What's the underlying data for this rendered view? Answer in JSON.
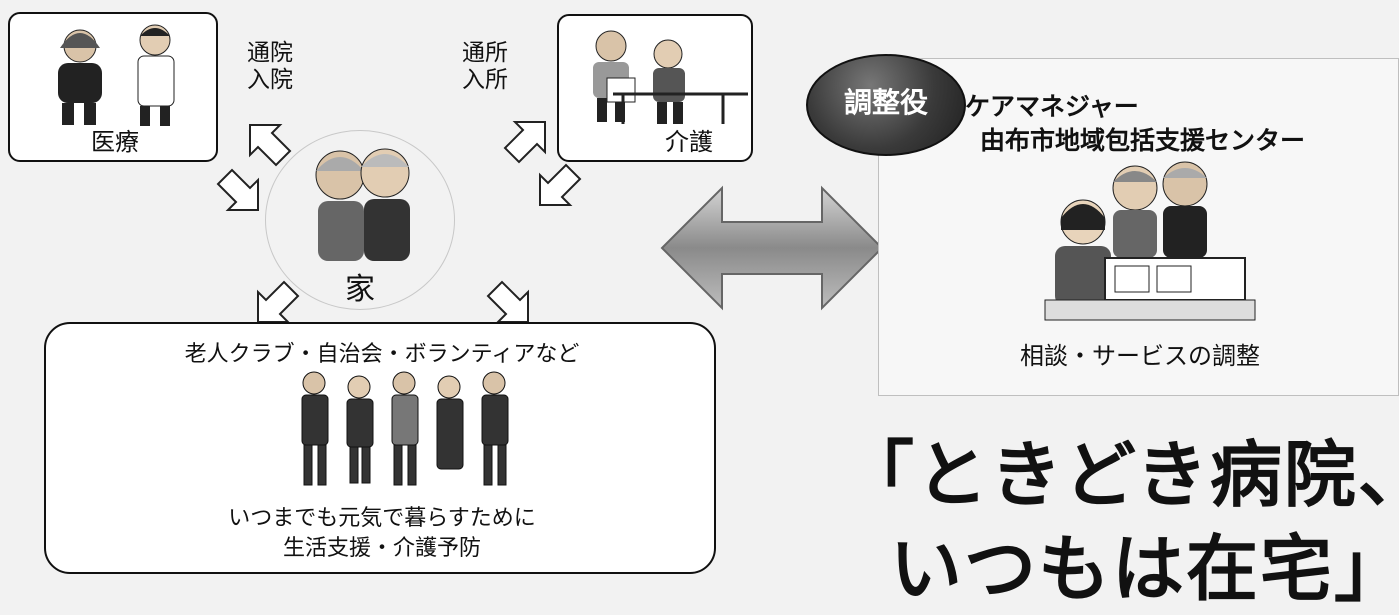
{
  "medical": {
    "label": "医療",
    "path_label": "通院\n入院"
  },
  "care": {
    "label": "介護",
    "path_label": "通所\n入所"
  },
  "home": {
    "label": "家"
  },
  "community": {
    "title": "老人クラブ・自治会・ボランティアなど",
    "caption_line1": "いつまでも元気で暮らすために",
    "caption_line2": "生活支援・介護予防"
  },
  "coordinator": {
    "badge": "調整役",
    "role_line1": "ケアマネジャー",
    "role_line2": "由布市地域包括支援センター",
    "caption": "相談・サービスの調整"
  },
  "slogan": {
    "line1": "「ときどき病院、",
    "line2": "いつもは在宅」"
  },
  "colors": {
    "badge_dark": "#3a3a3a",
    "arrow_gray": "#9a9a9a",
    "border": "#111111"
  }
}
